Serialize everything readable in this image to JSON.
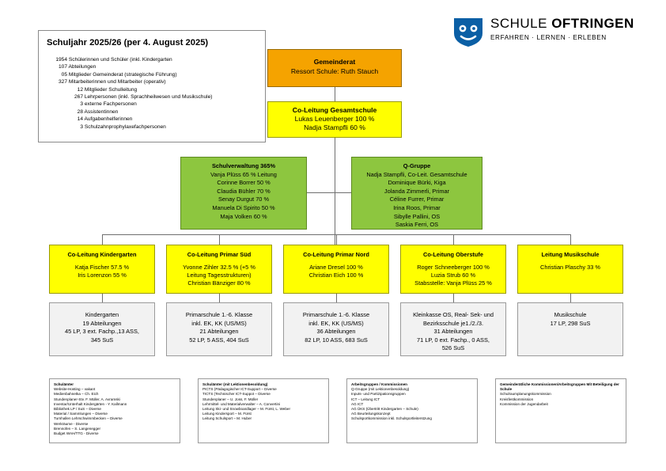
{
  "logo": {
    "name_light": "SCHULE ",
    "name_bold": "OFTRINGEN",
    "tagline": "ERFAHREN · LERNEN · ERLEBEN",
    "shield_color": "#0b5fa5"
  },
  "info_panel": {
    "title": "Schuljahr 2025/26 (per 4. August 2025)",
    "stats": [
      {
        "level": 0,
        "num": "1954",
        "text": "Schülerinnen und Schüler (inkl. Kindergarten"
      },
      {
        "level": 0,
        "num": "107",
        "text": "Abteilungen"
      },
      {
        "level": 0,
        "num": "05",
        "text": "Mitglieder Gemeinderat (strategische Führung)"
      },
      {
        "level": 0,
        "num": "327",
        "text": "Mitarbeiterinnen und Mitarbeiter (operativ)"
      },
      {
        "level": 1,
        "num": "12",
        "text": "Mitglieder Schulleitung"
      },
      {
        "level": 1,
        "num": "267",
        "text": "Lehrpersonen (inkl. Sprachheilwesen und Musikschule)"
      },
      {
        "level": 2,
        "num": "3",
        "text": "externe Fachpersonen"
      },
      {
        "level": 2,
        "num": "28",
        "text": "Assistentinnen"
      },
      {
        "level": 2,
        "num": "14",
        "text": "Aufgabenhelferinnen"
      },
      {
        "level": 2,
        "num": "3",
        "text": "Schulzahnprophylaxefachpersonen"
      }
    ]
  },
  "colors": {
    "orange": "#f5a300",
    "yellow": "#ffff00",
    "green": "#8dc63f",
    "grey": "#f2f2f2"
  },
  "gemeinderat": {
    "title": "Gemeinderat",
    "lines": [
      "Ressort Schule: Ruth Stauch"
    ]
  },
  "coleitung_gesamtschule": {
    "title": "Co-Leitung Gesamtschule",
    "lines": [
      "Lukas Leuenberger 100 %",
      "Nadja Stampfli 60 %"
    ]
  },
  "schulverwaltung": {
    "title": "Schulverwaltung 365%",
    "lines": [
      "Vanja Plüss 65 % Leitung",
      "Corinne Borrer 50 %",
      "Claudia Bühler 70 %",
      "Senay Durgut 70 %",
      "Manuela Di Spirito 50 %",
      "Maja Volken 60 %"
    ]
  },
  "qgruppe": {
    "title": "Q-Gruppe",
    "lines": [
      "Nadja Stampfli, Co-Leit. Gesamtschule",
      "Dominique Bürki, Kiga",
      "Jolanda Zimmerli, Primar",
      "Céline Furrer, Primar",
      "Irina Roos, Primar",
      "Sibylle Pallini, OS",
      "Saskia Ferri, OS"
    ]
  },
  "leadership": [
    {
      "key": "kindergarten",
      "title": "Co-Leitung Kindergarten",
      "lines": [
        "Katja Fischer 57.5 %",
        "Iris Lorenzon 55 %"
      ]
    },
    {
      "key": "primar-sued",
      "title": "Co-Leitung Primar Süd",
      "lines": [
        "Yvonne Zihler 32.5 % (+5 %",
        "Leitung Tagesstrukturen)",
        "Christian Bänziger 80 %"
      ]
    },
    {
      "key": "primar-nord",
      "title": "Co-Leitung Primar Nord",
      "lines": [
        "Ariane Dresel 100 %",
        "Christian Eich 100 %"
      ]
    },
    {
      "key": "oberstufe",
      "title": "Co-Leitung Oberstufe",
      "lines": [
        "Roger Schneeberger 100 %",
        "Luzia Strub 60 %",
        "Stabsstelle: Vanja Plüss 25 %"
      ]
    },
    {
      "key": "musikschule",
      "title": "Leitung Musikschule",
      "lines": [
        "Christian Plaschy 33 %"
      ]
    }
  ],
  "units": [
    {
      "key": "kindergarten",
      "lines": [
        "Kindergarten",
        "19 Abteilungen",
        "45 LP, 3 ext. Fachp.,13 ASS,",
        "345 SuS"
      ]
    },
    {
      "key": "primar-sued",
      "lines": [
        "Primarschule 1.-6. Klasse",
        "inkl. EK, KK (US/MS)",
        "21 Abteilungen",
        "52 LP, 5 ASS, 404 SuS"
      ]
    },
    {
      "key": "primar-nord",
      "lines": [
        "Primarschule 1.-6. Klasse",
        "inkl. EK, KK (US/MS)",
        "36 Abteilungen",
        "82 LP, 10 ASS, 683 SuS"
      ]
    },
    {
      "key": "oberstufe",
      "lines": [
        "Kleinkasse OS, Real- Sek- und",
        "Bezirksschule je1./2./3.",
        "31 Abteilungen",
        "71 LP, 0 ext. Fachp., 0 ASS,",
        "526 SuS"
      ]
    },
    {
      "key": "musikschule",
      "lines": [
        "Musikschule",
        "17 LP, 298 SuS"
      ]
    }
  ],
  "notes": [
    {
      "key": "schulaemter",
      "title": "Schulämter",
      "items": [
        "Website-Hosting – vakant",
        "Medienbahnetka – Ch. Eich",
        "Stundenplaner-Stv. F. Müller, A. Avramski",
        "Inventar/Unterhalt Kindergärten - Y. Kallmann",
        "Bibliothek LP / SuS – Diverse",
        "Material / Sammlungen – Diverse",
        "Turnhallen  Lehrschwimmbecken – Diverse",
        "Werkräume - Diverse",
        "Brennofen – S. Langenegger",
        "Budget WAH/TTG - Diverse"
      ]
    },
    {
      "key": "lektionen",
      "title": "Schulämter (mit Lektionenbesoldung)",
      "items": [
        "PICTS (Pädagogischer ICT-Support – Diverse",
        "TICTS (Technischer ICT-Suppot – Diverse",
        "Stundenplaner – U. Joss, F. Müller",
        "Lehrmittel- und Materialverwalter – A. Convertini",
        "Leitung Ski- und Snowboardlager – M. Fürst, L. Weber",
        "Leitung Kindersport – M. Fürst",
        "Leitung Schulsport – M. Huber"
      ]
    },
    {
      "key": "arbeitsgruppen",
      "title": "Arbeitsgruppen / Kommissionen",
      "items": [
        "Q-Gruppe (mit Lektionenbesoldung)",
        "Inputs- und Partizipationsgruppen",
        "ICT – Leitung ICT",
        "AG ICT",
        "AG ÜKS (Übertritt Kindergarten – Schule)",
        "AG Beurteilungskonzept",
        "Schulsportkommission inkl. Schulsportleiterstzung"
      ]
    },
    {
      "key": "kommissionen",
      "title": "Gemeinderätliche Kommissionen/Arbeitsgruppen Mit Beteiligung der Schule",
      "items": [
        "Schulraumplanungskommission",
        "Kreisfestkommission",
        "Kommission der Jugendarbeit"
      ]
    }
  ]
}
